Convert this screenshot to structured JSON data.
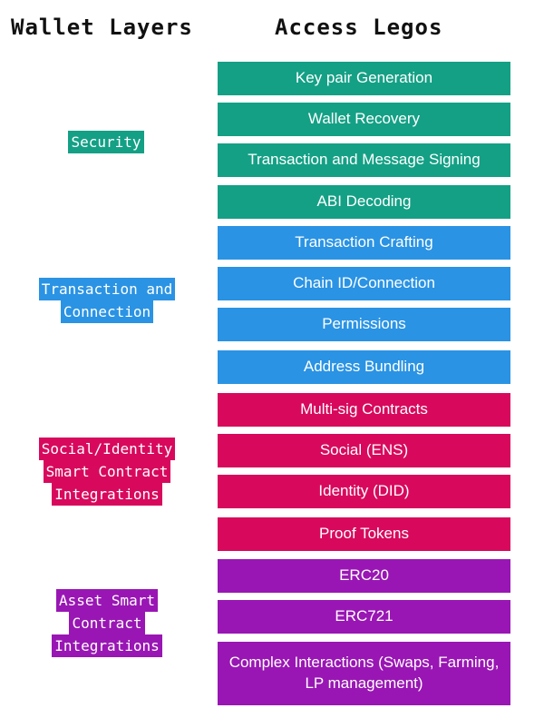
{
  "headers": {
    "left": "Wallet Layers",
    "right": "Access Legos"
  },
  "colors": {
    "security": "#14A085",
    "transaction": "#2A93E4",
    "social": "#D8095C",
    "asset": "#9916B4"
  },
  "layers": [
    {
      "label_lines": [
        "Security"
      ],
      "color": "#14A085"
    },
    {
      "label_lines": [
        "Transaction and",
        "Connection"
      ],
      "color": "#2A93E4"
    },
    {
      "label_lines": [
        "Social/Identity",
        "Smart Contract",
        "Integrations"
      ],
      "color": "#D8095C"
    },
    {
      "label_lines": [
        "Asset Smart",
        "Contract",
        "Integrations"
      ],
      "color": "#9916B4"
    }
  ],
  "legos": [
    {
      "label": "Key pair Generation",
      "color": "#14A085"
    },
    {
      "label": "Wallet Recovery",
      "color": "#14A085"
    },
    {
      "label": "Transaction and Message Signing",
      "color": "#14A085"
    },
    {
      "label": "ABI Decoding",
      "color": "#14A085"
    },
    {
      "label": "Transaction Crafting",
      "color": "#2A93E4"
    },
    {
      "label": "Chain ID/Connection",
      "color": "#2A93E4"
    },
    {
      "label": "Permissions",
      "color": "#2A93E4"
    },
    {
      "label": "Address Bundling",
      "color": "#2A93E4"
    },
    {
      "label": "Multi-sig Contracts",
      "color": "#D8095C"
    },
    {
      "label": "Social (ENS)",
      "color": "#D8095C"
    },
    {
      "label": "Identity (DID)",
      "color": "#D8095C"
    },
    {
      "label": "Proof Tokens",
      "color": "#D8095C"
    },
    {
      "label": "ERC20",
      "color": "#9916B4"
    },
    {
      "label": "ERC721",
      "color": "#9916B4"
    },
    {
      "label": "Complex Interactions (Swaps, Farming, LP management)",
      "color": "#9916B4"
    }
  ]
}
